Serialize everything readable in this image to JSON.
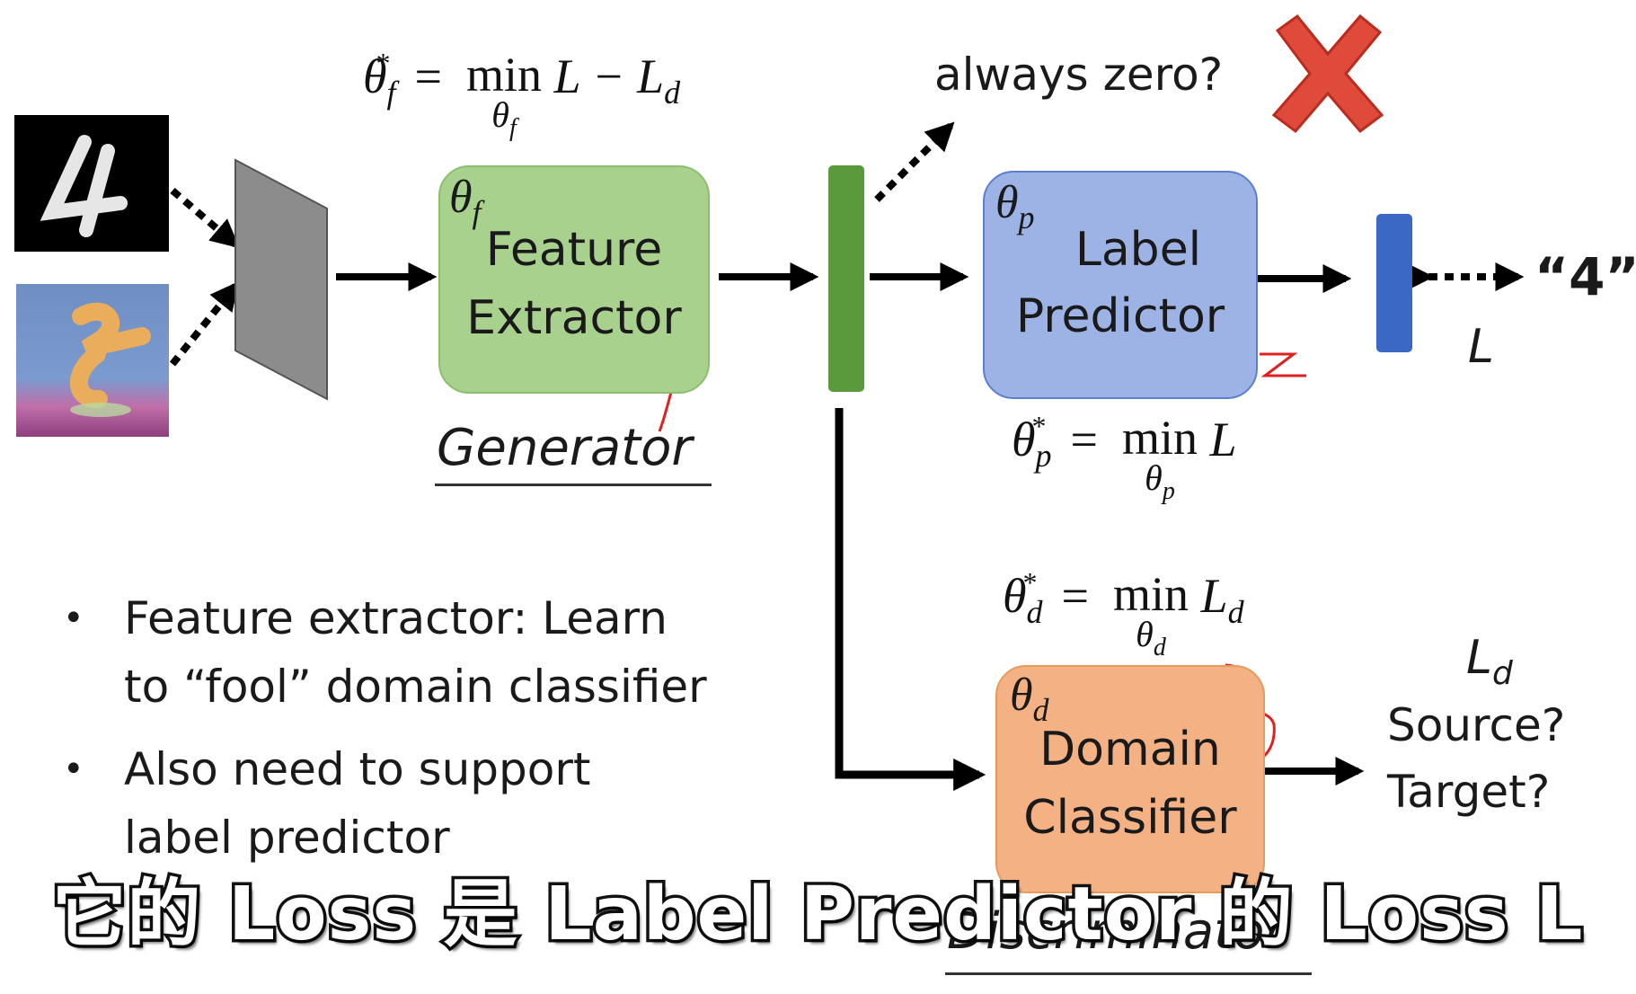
{
  "equations": {
    "generator": {
      "lhs_sym": "θ",
      "lhs_sub": "f",
      "lhs_sup": "*",
      "min": "min",
      "min_under_sym": "θ",
      "min_under_sub": "f",
      "rhs": "L − L",
      "rhs_sub": "d"
    },
    "predictor": {
      "lhs_sym": "θ",
      "lhs_sub": "p",
      "lhs_sup": "*",
      "min": "min",
      "min_under_sym": "θ",
      "min_under_sub": "p",
      "rhs": "L"
    },
    "domain": {
      "lhs_sym": "θ",
      "lhs_sub": "d",
      "lhs_sup": "*",
      "min": "min",
      "min_under_sym": "θ",
      "min_under_sub": "d",
      "rhs": "L",
      "rhs_sub": "d"
    }
  },
  "boxes": {
    "feature_extractor": {
      "theta": "θ",
      "theta_sub": "f",
      "line1": "Feature",
      "line2": "Extractor",
      "color": "#a9d18e",
      "border": "#8bbf6e"
    },
    "label_predictor": {
      "theta": "θ",
      "theta_sub": "p",
      "line1": "Label",
      "line2": "Predictor",
      "color": "#9db3e6",
      "border": "#5b7fd0"
    },
    "domain_classifier": {
      "theta": "θ",
      "theta_sub": "d",
      "line1": "Domain",
      "line2": "Classifier",
      "color": "#f4b183",
      "border": "#e59a5e"
    }
  },
  "labels": {
    "always_zero": "always zero?",
    "generator": "Generator",
    "discriminator": "Discriminator",
    "output_label": "“4”",
    "loss_L": "L",
    "loss_Ld": "L",
    "loss_Ld_sub": "d",
    "source": "Source?",
    "target": "Target?"
  },
  "bullets": [
    {
      "line1": "Feature extractor: Learn",
      "line2": "to “fool” domain classifier"
    },
    {
      "line1": "Also need to support",
      "line2": "label predictor"
    }
  ],
  "subtitle": "它的 Loss 是 Label Predictor 的 Loss L",
  "colors": {
    "feature_bar": "#5b9a3c",
    "output_bar": "#3a68c4",
    "red_x": "#e04a3a",
    "annotation_red": "#e02020"
  }
}
